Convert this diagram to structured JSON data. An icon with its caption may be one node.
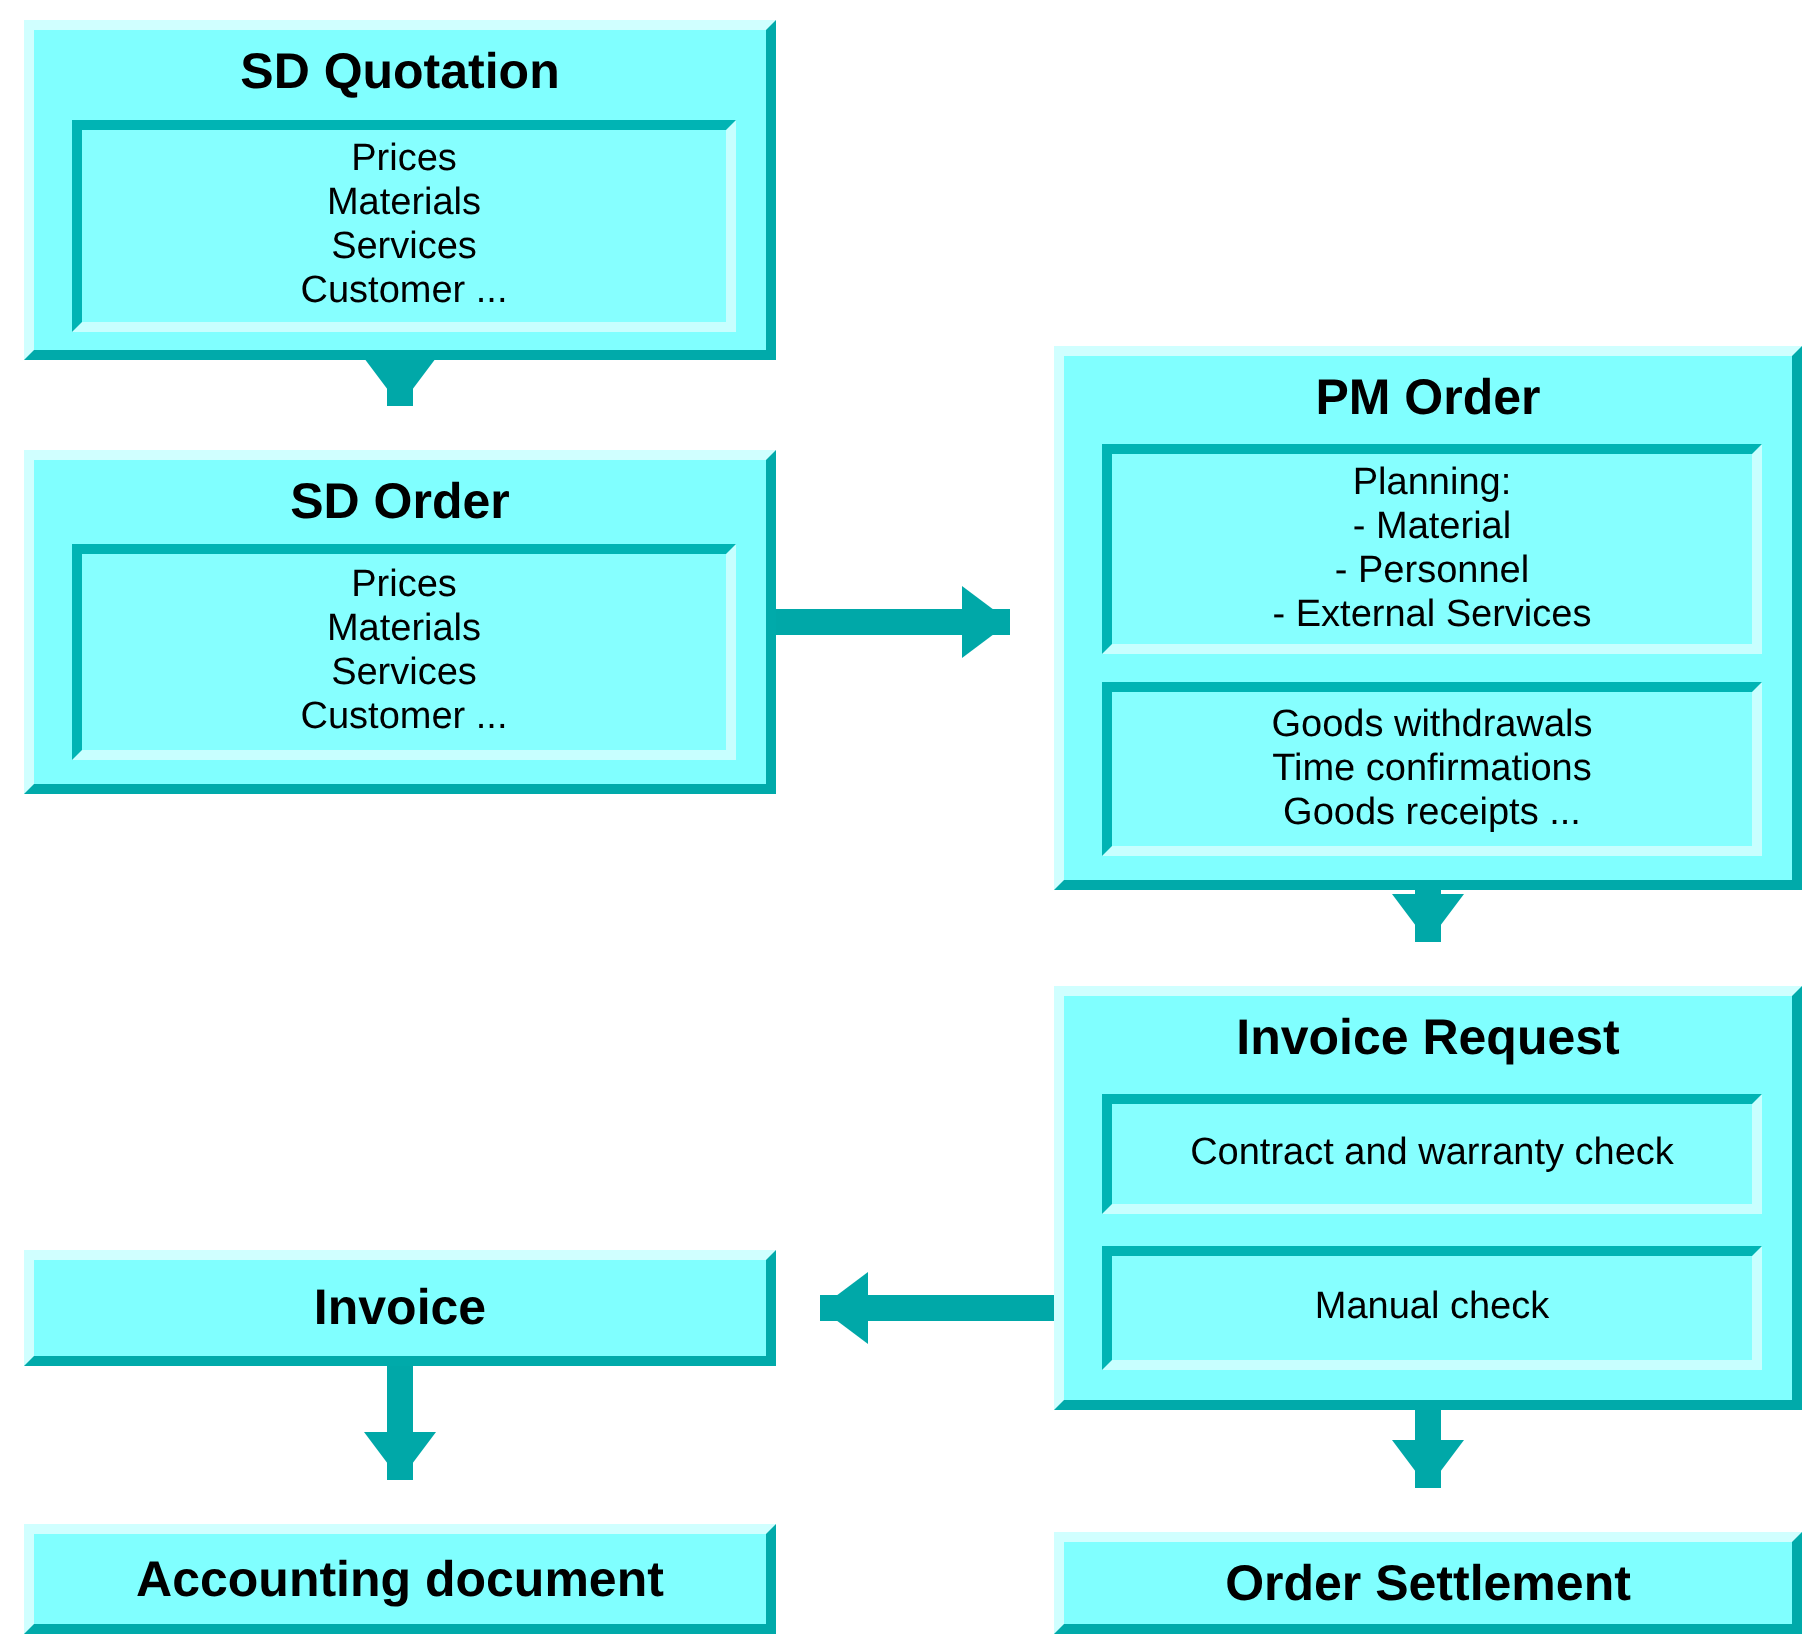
{
  "diagram": {
    "nodes": [
      {
        "text": [
          "SD Quotation"
        ]
      },
      {
        "text": [
          "Prices",
          "Materials",
          "Services",
          "Customer ..."
        ],
        "in": 0
      },
      {
        "text": [
          "SD Order"
        ]
      },
      {
        "text": [
          "Prices",
          "Materials",
          "Services",
          "Customer ..."
        ],
        "in": 2
      },
      {
        "text": [
          "PM Order"
        ]
      },
      {
        "text": [
          "Planning:",
          "- Material",
          "- Personnel",
          "- External Services"
        ],
        "in": 4
      },
      {
        "text": [
          "Goods withdrawals",
          "Time confirmations",
          "Goods receipts ..."
        ],
        "in": 4
      },
      {
        "text": [
          "Invoice Request"
        ]
      },
      {
        "text": [
          "Contract and warranty check"
        ],
        "in": 7
      },
      {
        "text": [
          "Manual check"
        ],
        "in": 7
      },
      {
        "text": [
          "Invoice"
        ]
      },
      {
        "text": [
          "Accounting document"
        ]
      },
      {
        "text": [
          "Order Settlement"
        ]
      }
    ],
    "edges": [
      {
        "from": 0,
        "to": 2,
        "arrow": "to"
      },
      {
        "from": 2,
        "to": 4,
        "arrow": "to"
      },
      {
        "from": 4,
        "to": 7,
        "arrow": "to"
      },
      {
        "from": 7,
        "to": 10,
        "arrow": "to"
      },
      {
        "from": 10,
        "to": 11,
        "arrow": "to"
      },
      {
        "from": 7,
        "to": 12,
        "arrow": "to"
      }
    ]
  }
}
